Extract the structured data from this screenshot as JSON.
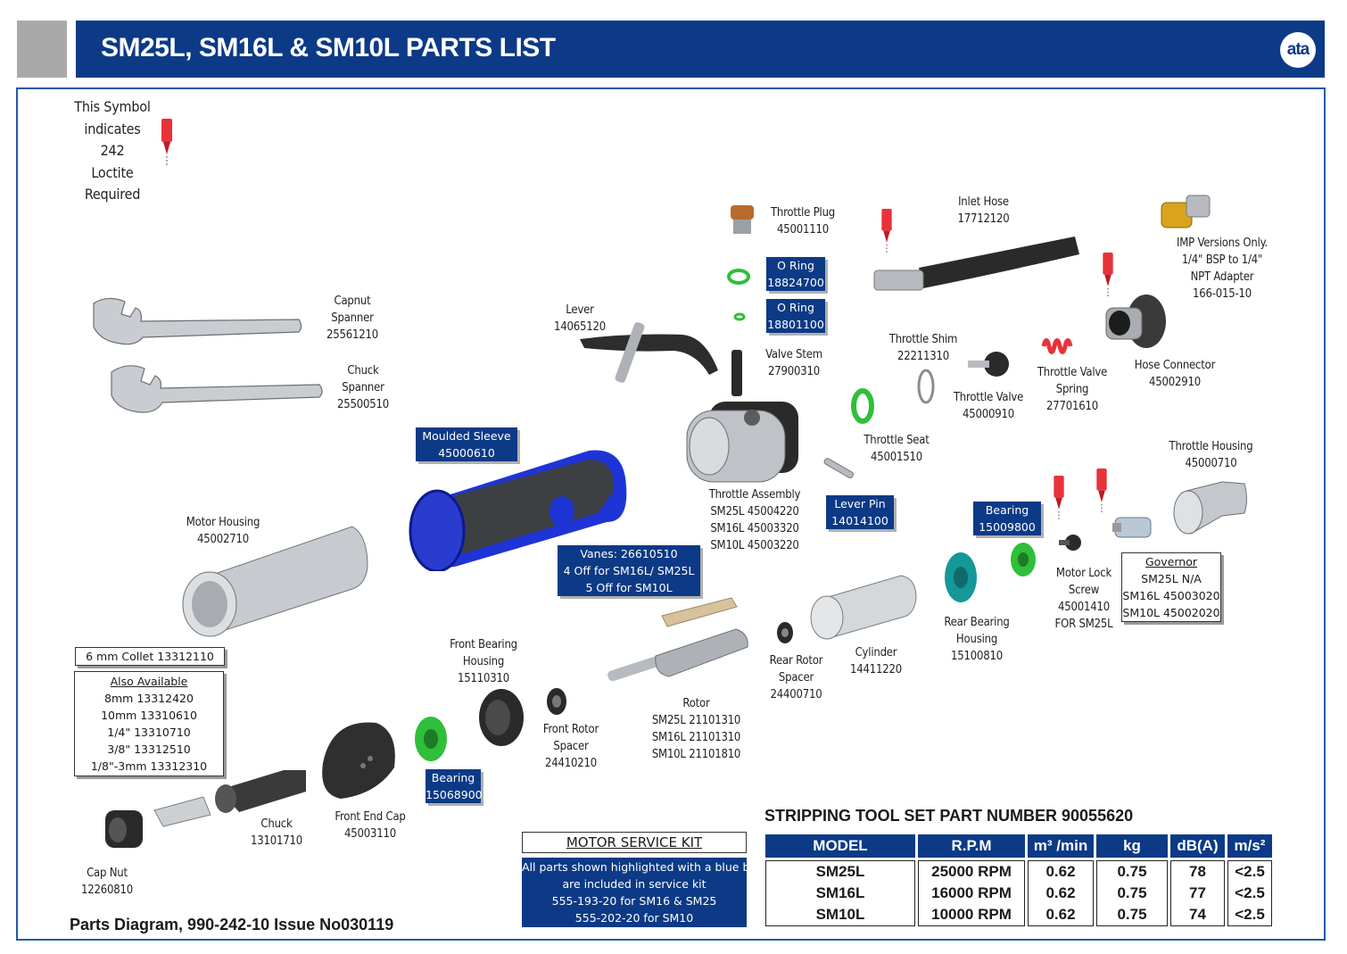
{
  "header": {
    "title": "SM25L, SM16L & SM10L PARTS LIST",
    "logo": "ata"
  },
  "colors": {
    "brand_blue": "#0c3a86",
    "frame_blue": "#1f59b0",
    "accent_grey": "#a9a9a9",
    "loctite_red": "#e8323a"
  },
  "symbol_note": [
    "This Symbol",
    "indicates",
    "242",
    "Loctite",
    "Required"
  ],
  "parts": {
    "capnut_spanner": [
      "Capnut",
      "Spanner",
      "25561210"
    ],
    "chuck_spanner": [
      "Chuck",
      "Spanner",
      "25500510"
    ],
    "lever": [
      "Lever",
      "14065120"
    ],
    "throttle_plug": [
      "Throttle Plug",
      "45001110"
    ],
    "oring1": [
      "O Ring",
      "18824700"
    ],
    "oring2": [
      "O Ring",
      "18801100"
    ],
    "valve_stem": [
      "Valve Stem",
      "27900310"
    ],
    "inlet_hose": [
      "Inlet Hose",
      "17712120"
    ],
    "imp_adapter": [
      "IMP Versions Only.",
      "1/4\" BSP to 1/4\"",
      "NPT Adapter",
      "166-015-10"
    ],
    "throttle_shim": [
      "Throttle Shim",
      "22211310"
    ],
    "throttle_valve": [
      "Throttle Valve",
      "45000910"
    ],
    "throttle_valve_spring": [
      "Throttle Valve",
      "Spring",
      "27701610"
    ],
    "hose_connector": [
      "Hose Connector",
      "45002910"
    ],
    "throttle_seat": [
      "Throttle Seat",
      "45001510"
    ],
    "moulded_sleeve": [
      "Moulded Sleeve",
      "45000610"
    ],
    "throttle_assembly": [
      "Throttle Assembly",
      "SM25L 45004220",
      "SM16L 45003320",
      "SM10L 45003220"
    ],
    "lever_pin": [
      "Lever Pin",
      "14014100"
    ],
    "throttle_housing": [
      "Throttle Housing",
      "45000710"
    ],
    "bearing_rear": [
      "Bearing",
      "15009800"
    ],
    "motor_housing": [
      "Motor Housing",
      "45002710"
    ],
    "vanes": [
      "Vanes: 26610510",
      "4 Off for SM16L/ SM25L",
      "5 Off for SM10L"
    ],
    "motor_lock_screw": [
      "Motor Lock",
      "Screw",
      "45001410",
      "FOR SM25L"
    ],
    "governor": [
      "Governor",
      "SM25L N/A",
      "SM16L 45003020",
      "SM10L 45002020"
    ],
    "rear_bearing_housing": [
      "Rear Bearing",
      "Housing",
      "15100810"
    ],
    "cylinder": [
      "Cylinder",
      "14411220"
    ],
    "rear_rotor_spacer": [
      "Rear Rotor",
      "Spacer",
      "24400710"
    ],
    "collet": "6 mm Collet 13312110",
    "also_available": [
      "Also Available",
      "8mm   13312420",
      "10mm   13310610",
      "1/4\"    13310710",
      "3/8\"    13312510",
      "1/8\"-3mm  13312310"
    ],
    "front_bearing_housing": [
      "Front Bearing",
      "Housing",
      "15110310"
    ],
    "rotor": [
      "Rotor",
      "SM25L 21101310",
      "SM16L 21101310",
      "SM10L 21101810"
    ],
    "front_rotor_spacer": [
      "Front Rotor",
      "Spacer",
      "24410210"
    ],
    "bearing_front": [
      "Bearing",
      "15068900"
    ],
    "chuck": [
      "Chuck",
      "13101710"
    ],
    "front_end_cap": [
      "Front End Cap",
      "45003110"
    ],
    "cap_nut": [
      "Cap Nut",
      "12260810"
    ]
  },
  "service_kit": {
    "title": "MOTOR SERVICE KIT",
    "lines": [
      "All parts shown highlighted with a blue box",
      "are included in service kit",
      "555-193-20 for SM16 & SM25",
      "555-202-20 for SM10"
    ]
  },
  "stripping_set": "STRIPPING TOOL SET PART NUMBER 90055620",
  "spec_table": {
    "headers": [
      "MODEL",
      "R.P.M",
      "m³ /min",
      "kg",
      "dB(A)",
      "m/s²"
    ],
    "rows": [
      [
        "SM25L",
        "25000 RPM",
        "0.62",
        "0.75",
        "78",
        "<2.5"
      ],
      [
        "SM16L",
        "16000 RPM",
        "0.62",
        "0.75",
        "77",
        "<2.5"
      ],
      [
        "SM10L",
        "10000 RPM",
        "0.62",
        "0.75",
        "74",
        "<2.5"
      ]
    ]
  },
  "footer": "Parts Diagram, 990-242-10 Issue No030119"
}
